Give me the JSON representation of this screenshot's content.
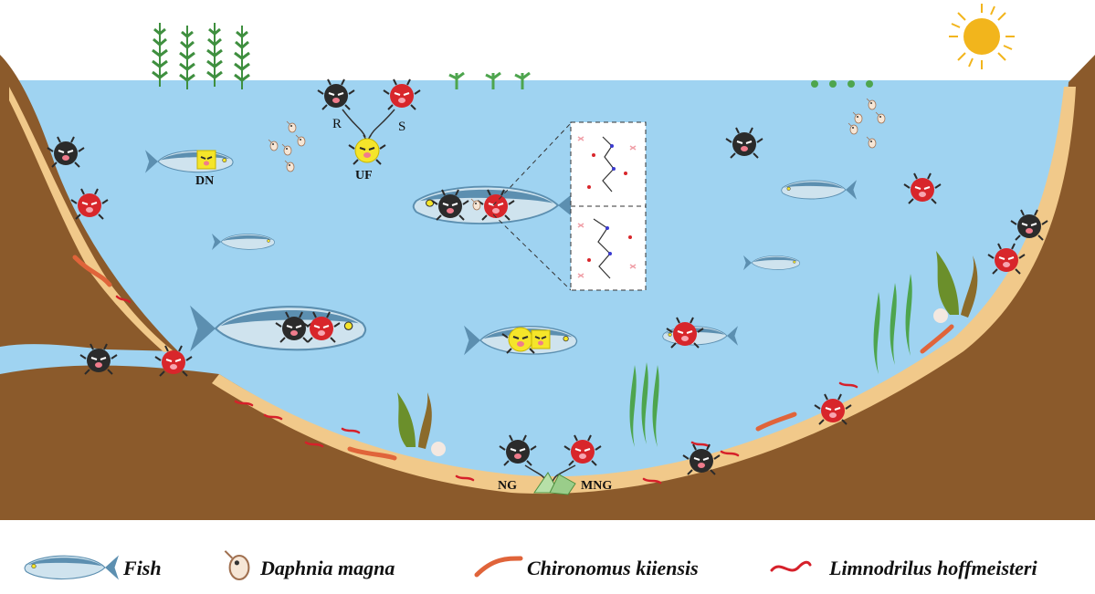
{
  "labels": {
    "r": "R",
    "s": "S",
    "uf": "UF",
    "dn": "DN",
    "ng": "NG",
    "mng": "MNG"
  },
  "legend": [
    {
      "icon": "fish-icon",
      "label": "Fish"
    },
    {
      "icon": "daphnia-icon",
      "label": "Daphnia magna"
    },
    {
      "icon": "chironomus-worm-icon",
      "label": "Chironomus kiiensis"
    },
    {
      "icon": "limnodrilus-worm-icon",
      "label": "Limnodrilus hoffmeisteri"
    }
  ],
  "colors": {
    "water": "#9fd3f1",
    "soil": "#8b5a2b",
    "sand": "#f1c98a",
    "black_molecule": "#2b2b2b",
    "red_molecule": "#d8262b",
    "yellow_molecule": "#f5e52a",
    "green_molecule": "#9acd8a",
    "chironomus": "#e0643a",
    "limnodrilus": "#d6202a",
    "plant": "#3f8f3f",
    "sun": "#f2b51c"
  }
}
